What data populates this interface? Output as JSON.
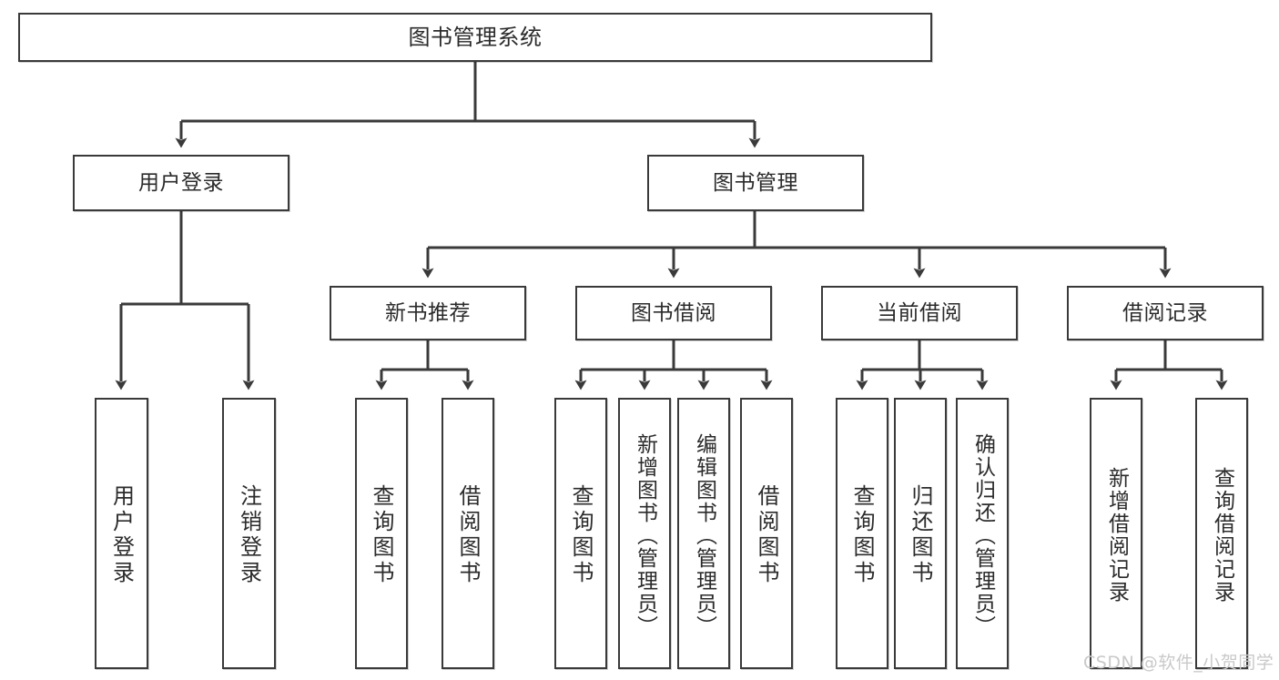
{
  "diagram": {
    "title": "图书管理系统",
    "watermark": "CSDN @软件_小贺同学",
    "colors": {
      "border": "#3a3a3a",
      "text": "#2b2b2b",
      "background": "#ffffff",
      "watermark": "#c9c9c9"
    },
    "nodes": {
      "root": {
        "label": "图书管理系统"
      },
      "level2": [
        {
          "label": "用户登录"
        },
        {
          "label": "图书管理"
        }
      ],
      "level3": [
        {
          "label": "新书推荐"
        },
        {
          "label": "图书借阅"
        },
        {
          "label": "当前借阅"
        },
        {
          "label": "借阅记录"
        }
      ],
      "leaves_user_login": [
        {
          "label": "用户登录"
        },
        {
          "label": "注销登录"
        }
      ],
      "leaves_new_book": [
        {
          "label": "查询图书"
        },
        {
          "label": "借阅图书"
        }
      ],
      "leaves_borrow": [
        {
          "label": "查询图书"
        },
        {
          "label": "新增图书（管理员）"
        },
        {
          "label": "编辑图书（管理员）"
        },
        {
          "label": "借阅图书"
        }
      ],
      "leaves_current": [
        {
          "label": "查询图书"
        },
        {
          "label": "归还图书"
        },
        {
          "label": "确认归还（管理员）"
        }
      ],
      "leaves_record": [
        {
          "label": "新增借阅记录"
        },
        {
          "label": "查询借阅记录"
        }
      ]
    }
  }
}
